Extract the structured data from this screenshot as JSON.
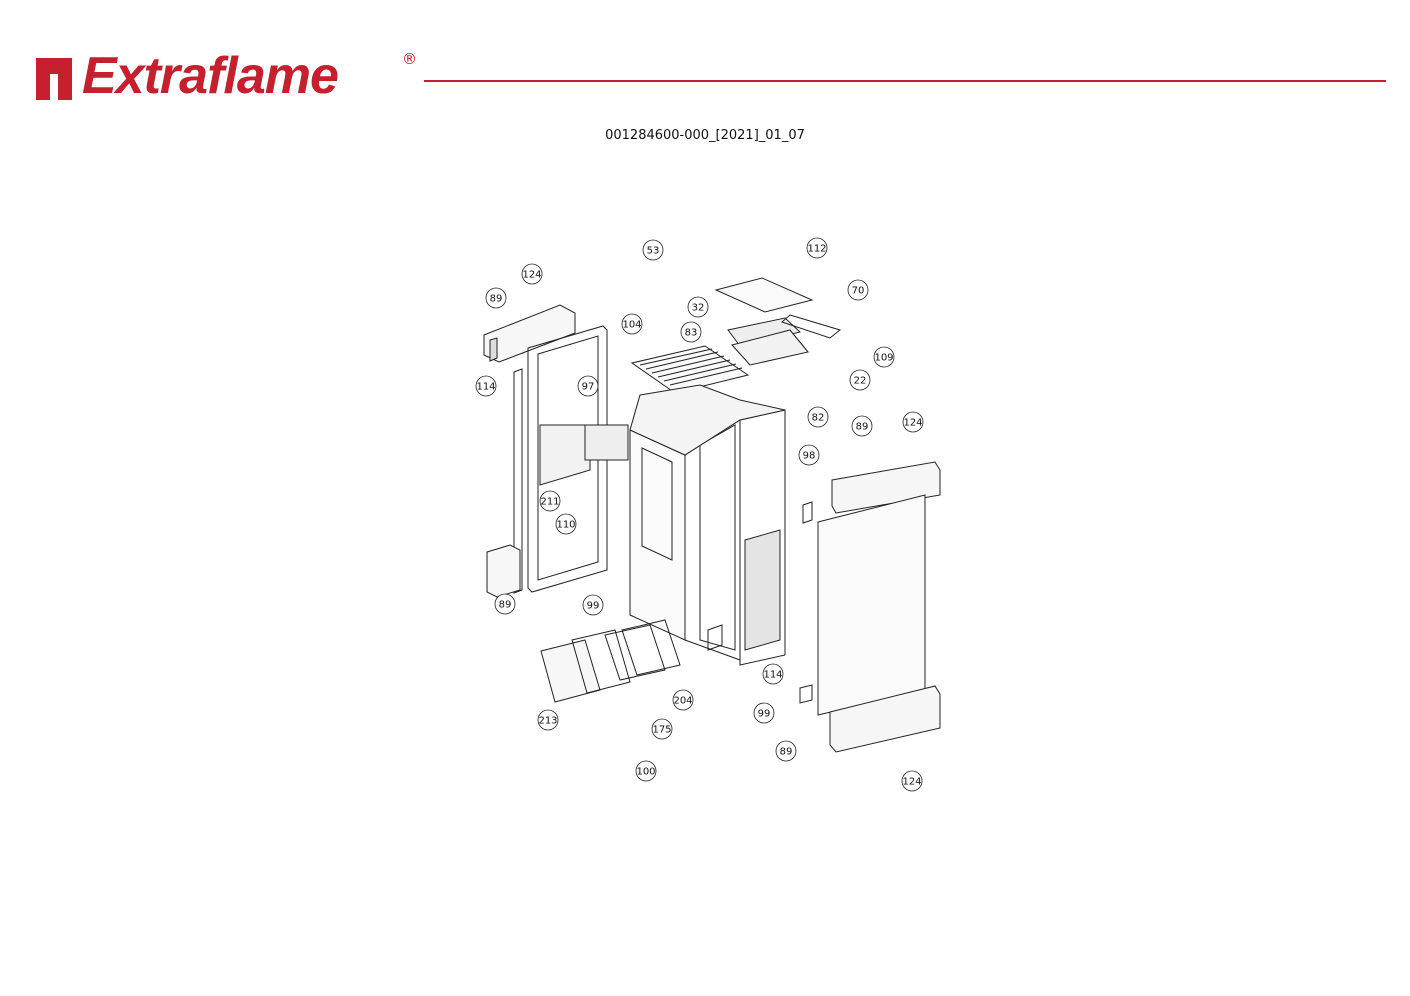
{
  "brand": {
    "name": "Extraflame",
    "registered": "®",
    "color": "#c6202f"
  },
  "document": {
    "code": "001284600-000_[2021]_01_07"
  },
  "callouts": [
    "53",
    "112",
    "124",
    "89",
    "32",
    "70",
    "104",
    "83",
    "109",
    "114",
    "97",
    "22",
    "82",
    "89",
    "124",
    "98",
    "211",
    "110",
    "89",
    "99",
    "114",
    "204",
    "213",
    "99",
    "175",
    "89",
    "100",
    "124"
  ]
}
